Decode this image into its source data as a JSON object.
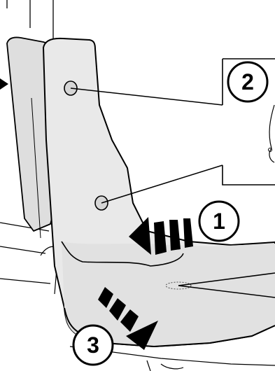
{
  "callouts": [
    {
      "number": "1"
    },
    {
      "number": "2"
    },
    {
      "number": "3"
    }
  ],
  "colors": {
    "panel_fill": "#e9e9e9",
    "panel_fill_dark": "#dcdcdc",
    "outline": "#000000",
    "arrow": "#000000",
    "background": "#ffffff"
  },
  "icons": [
    "curved-arrow-icon",
    "diagonal-arrow-icon",
    "pointer-arrow-icon"
  ]
}
